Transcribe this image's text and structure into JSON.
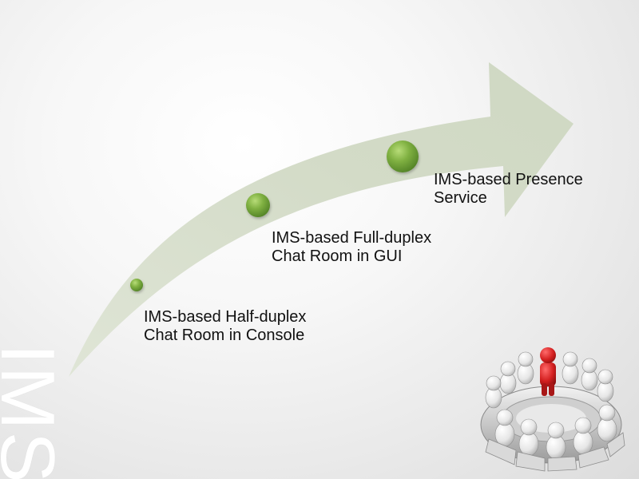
{
  "slide": {
    "side_text": "IMS",
    "milestones": [
      {
        "line1": "IMS-based Half-duplex",
        "line2": "Chat Room in Console"
      },
      {
        "line1": "IMS-based Full-duplex",
        "line2": "Chat Room in GUI"
      },
      {
        "line1": "IMS-based Presence",
        "line2": "Service"
      }
    ]
  },
  "colors": {
    "arrow_fill": "#d3dbc7",
    "dot_green": "#7fb041",
    "dot_dark_green": "#4f7f24",
    "highlight_person": "#cc1f1f",
    "text": "#111111"
  },
  "illustration": {
    "icon": "people-circle-meeting-icon",
    "highlighted_figure": "red-leader-figure-icon"
  }
}
